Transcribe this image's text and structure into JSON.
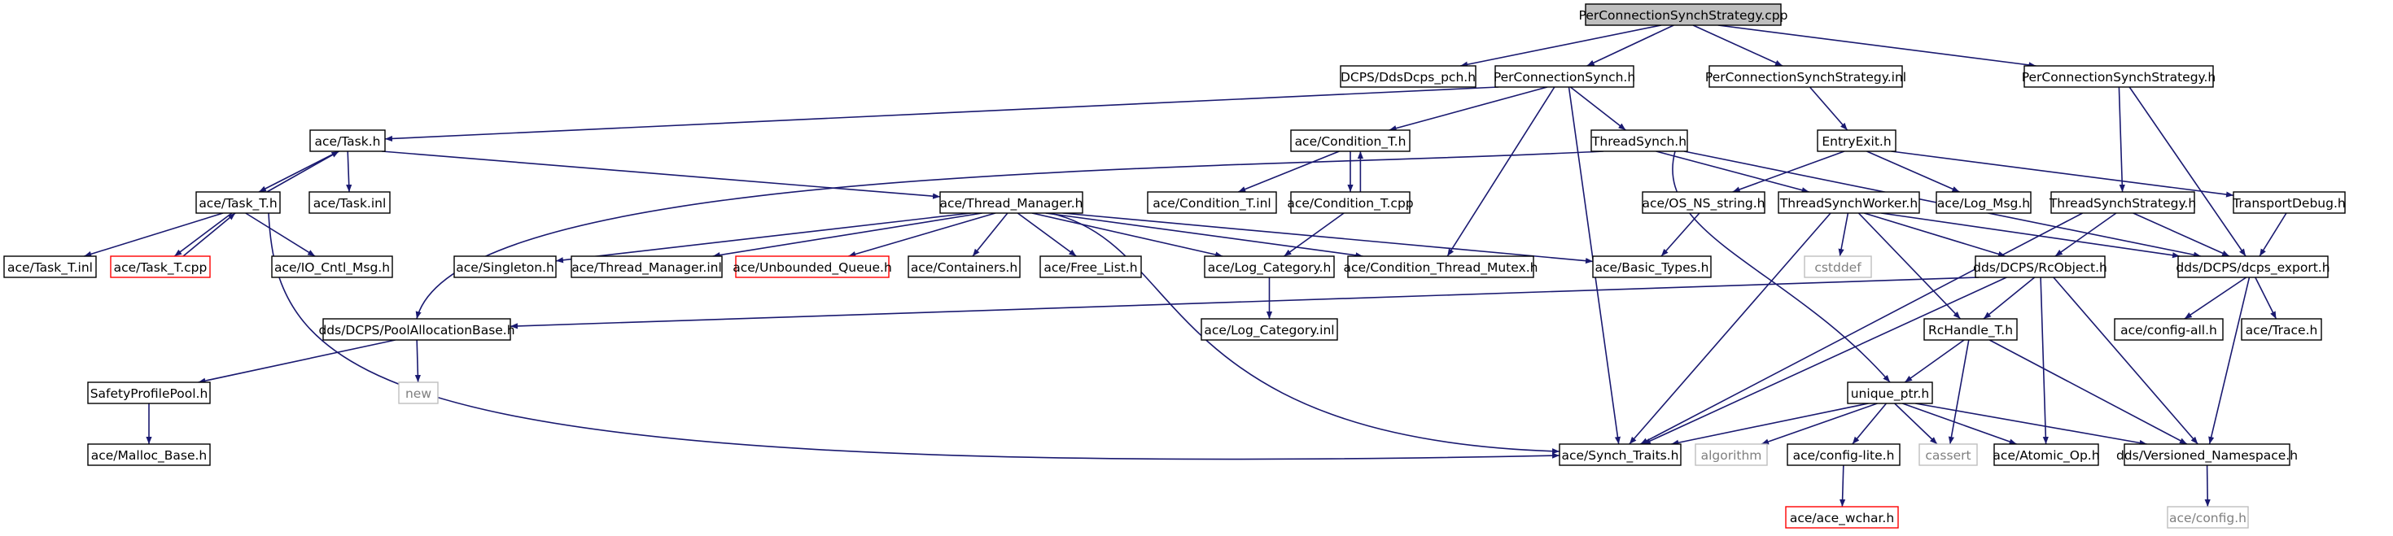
{
  "colors": {
    "edge": "#191970",
    "node_border": "#000000",
    "root_fill": "#bfbfbf",
    "truncated_border": "#ff0000",
    "external_border": "#bfbfbf",
    "external_text": "#7f7f7f",
    "node_fill": "#ffffff"
  },
  "graph": {
    "nodes": [
      {
        "id": "root",
        "label": "PerConnectionSynchStrategy.cpp",
        "style": "root"
      },
      {
        "id": "dds_pch",
        "label": "DCPS/DdsDcps_pch.h",
        "style": "normal"
      },
      {
        "id": "pcs_h",
        "label": "PerConnectionSynch.h",
        "style": "normal"
      },
      {
        "id": "pcss_inl",
        "label": "PerConnectionSynchStrategy.inl",
        "style": "normal"
      },
      {
        "id": "pcss_h",
        "label": "PerConnectionSynchStrategy.h",
        "style": "normal"
      },
      {
        "id": "task_h",
        "label": "ace/Task.h",
        "style": "normal"
      },
      {
        "id": "cond_t_h",
        "label": "ace/Condition_T.h",
        "style": "normal"
      },
      {
        "id": "threadsynch_h",
        "label": "ThreadSynch.h",
        "style": "normal"
      },
      {
        "id": "entryexit_h",
        "label": "EntryExit.h",
        "style": "normal"
      },
      {
        "id": "task_t_h",
        "label": "ace/Task_T.h",
        "style": "normal"
      },
      {
        "id": "task_inl",
        "label": "ace/Task.inl",
        "style": "normal"
      },
      {
        "id": "thread_mgr_h",
        "label": "ace/Thread_Manager.h",
        "style": "normal"
      },
      {
        "id": "cond_t_inl",
        "label": "ace/Condition_T.inl",
        "style": "normal"
      },
      {
        "id": "cond_t_cpp",
        "label": "ace/Condition_T.cpp",
        "style": "normal"
      },
      {
        "id": "os_ns_string",
        "label": "ace/OS_NS_string.h",
        "style": "normal"
      },
      {
        "id": "tsworker_h",
        "label": "ThreadSynchWorker.h",
        "style": "normal"
      },
      {
        "id": "log_msg_h",
        "label": "ace/Log_Msg.h",
        "style": "normal"
      },
      {
        "id": "tsstrategy_h",
        "label": "ThreadSynchStrategy.h",
        "style": "normal"
      },
      {
        "id": "transport_debug_h",
        "label": "TransportDebug.h",
        "style": "normal"
      },
      {
        "id": "task_t_inl",
        "label": "ace/Task_T.inl",
        "style": "normal"
      },
      {
        "id": "task_t_cpp",
        "label": "ace/Task_T.cpp",
        "style": "truncated"
      },
      {
        "id": "io_cntl",
        "label": "ace/IO_Cntl_Msg.h",
        "style": "normal"
      },
      {
        "id": "singleton_h",
        "label": "ace/Singleton.h",
        "style": "normal"
      },
      {
        "id": "thread_mgr_inl",
        "label": "ace/Thread_Manager.inl",
        "style": "normal"
      },
      {
        "id": "unbounded_queue",
        "label": "ace/Unbounded_Queue.h",
        "style": "truncated"
      },
      {
        "id": "containers_h",
        "label": "ace/Containers.h",
        "style": "normal"
      },
      {
        "id": "free_list_h",
        "label": "ace/Free_List.h",
        "style": "normal"
      },
      {
        "id": "log_category_h",
        "label": "ace/Log_Category.h",
        "style": "normal"
      },
      {
        "id": "cond_thread_mutex",
        "label": "ace/Condition_Thread_Mutex.h",
        "style": "normal"
      },
      {
        "id": "basic_types",
        "label": "ace/Basic_Types.h",
        "style": "normal"
      },
      {
        "id": "cstddef",
        "label": "cstddef",
        "style": "external"
      },
      {
        "id": "rcobject_h",
        "label": "dds/DCPS/RcObject.h",
        "style": "normal"
      },
      {
        "id": "dcps_export",
        "label": "dds/DCPS/dcps_export.h",
        "style": "normal"
      },
      {
        "id": "pool_alloc_base",
        "label": "dds/DCPS/PoolAllocationBase.h",
        "style": "normal"
      },
      {
        "id": "log_category_inl",
        "label": "ace/Log_Category.inl",
        "style": "normal"
      },
      {
        "id": "rchandle_t",
        "label": "RcHandle_T.h",
        "style": "normal"
      },
      {
        "id": "config_all",
        "label": "ace/config-all.h",
        "style": "normal"
      },
      {
        "id": "trace_h",
        "label": "ace/Trace.h",
        "style": "normal"
      },
      {
        "id": "safety_profile_pool",
        "label": "SafetyProfilePool.h",
        "style": "normal"
      },
      {
        "id": "new",
        "label": "new",
        "style": "external"
      },
      {
        "id": "unique_ptr",
        "label": "unique_ptr.h",
        "style": "normal"
      },
      {
        "id": "malloc_base",
        "label": "ace/Malloc_Base.h",
        "style": "normal"
      },
      {
        "id": "synch_traits",
        "label": "ace/Synch_Traits.h",
        "style": "normal"
      },
      {
        "id": "algorithm",
        "label": "algorithm",
        "style": "external"
      },
      {
        "id": "config_lite",
        "label": "ace/config-lite.h",
        "style": "normal"
      },
      {
        "id": "cassert",
        "label": "cassert",
        "style": "external"
      },
      {
        "id": "atomic_op",
        "label": "ace/Atomic_Op.h",
        "style": "normal"
      },
      {
        "id": "versioned_ns",
        "label": "dds/Versioned_Namespace.h",
        "style": "normal"
      },
      {
        "id": "ace_wchar",
        "label": "ace/ace_wchar.h",
        "style": "truncated"
      },
      {
        "id": "config_h",
        "label": "ace/config.h",
        "style": "external"
      }
    ],
    "edges": [
      {
        "from": "root",
        "to": "dds_pch"
      },
      {
        "from": "root",
        "to": "pcs_h"
      },
      {
        "from": "root",
        "to": "pcss_inl"
      },
      {
        "from": "root",
        "to": "pcss_h"
      },
      {
        "from": "pcs_h",
        "to": "task_h"
      },
      {
        "from": "pcs_h",
        "to": "cond_t_h"
      },
      {
        "from": "pcs_h",
        "to": "threadsynch_h"
      },
      {
        "from": "pcs_h",
        "to": "cond_thread_mutex"
      },
      {
        "from": "pcs_h",
        "to": "synch_traits"
      },
      {
        "from": "pcss_inl",
        "to": "entryexit_h"
      },
      {
        "from": "pcss_h",
        "to": "tsstrategy_h"
      },
      {
        "from": "pcss_h",
        "to": "dcps_export"
      },
      {
        "from": "task_h",
        "to": "task_t_h"
      },
      {
        "from": "task_h",
        "to": "task_inl"
      },
      {
        "from": "task_h",
        "to": "thread_mgr_h"
      },
      {
        "from": "task_t_h",
        "to": "task_h",
        "route": "back"
      },
      {
        "from": "task_t_h",
        "to": "task_t_inl"
      },
      {
        "from": "task_t_h",
        "to": "task_t_cpp"
      },
      {
        "from": "task_t_h",
        "to": "io_cntl"
      },
      {
        "from": "task_t_h",
        "to": "synch_traits",
        "route": "task_t_synch"
      },
      {
        "from": "task_t_cpp",
        "to": "task_t_h",
        "route": "back"
      },
      {
        "from": "cond_t_h",
        "to": "cond_t_inl"
      },
      {
        "from": "cond_t_h",
        "to": "cond_t_cpp"
      },
      {
        "from": "cond_t_cpp",
        "to": "cond_t_h",
        "route": "back"
      },
      {
        "from": "cond_t_cpp",
        "to": "log_category_h"
      },
      {
        "from": "thread_mgr_h",
        "to": "singleton_h"
      },
      {
        "from": "thread_mgr_h",
        "to": "thread_mgr_inl"
      },
      {
        "from": "thread_mgr_h",
        "to": "unbounded_queue"
      },
      {
        "from": "thread_mgr_h",
        "to": "containers_h"
      },
      {
        "from": "thread_mgr_h",
        "to": "free_list_h"
      },
      {
        "from": "thread_mgr_h",
        "to": "log_category_h"
      },
      {
        "from": "thread_mgr_h",
        "to": "cond_thread_mutex"
      },
      {
        "from": "thread_mgr_h",
        "to": "basic_types"
      },
      {
        "from": "thread_mgr_h",
        "to": "synch_traits",
        "route": "tm_synch"
      },
      {
        "from": "log_category_h",
        "to": "log_category_inl"
      },
      {
        "from": "threadsynch_h",
        "to": "pool_alloc_base",
        "route": "ts_pool"
      },
      {
        "from": "threadsynch_h",
        "to": "tsworker_h"
      },
      {
        "from": "threadsynch_h",
        "to": "dcps_export"
      },
      {
        "from": "threadsynch_h",
        "to": "unique_ptr",
        "route": "ts_unique"
      },
      {
        "from": "entryexit_h",
        "to": "os_ns_string"
      },
      {
        "from": "entryexit_h",
        "to": "log_msg_h"
      },
      {
        "from": "entryexit_h",
        "to": "transport_debug_h"
      },
      {
        "from": "os_ns_string",
        "to": "basic_types"
      },
      {
        "from": "tsworker_h",
        "to": "cstddef"
      },
      {
        "from": "tsworker_h",
        "to": "rcobject_h"
      },
      {
        "from": "tsworker_h",
        "to": "dcps_export"
      },
      {
        "from": "tsworker_h",
        "to": "rchandle_t"
      },
      {
        "from": "tsworker_h",
        "to": "synch_traits"
      },
      {
        "from": "tsstrategy_h",
        "to": "rcobject_h"
      },
      {
        "from": "tsstrategy_h",
        "to": "dcps_export"
      },
      {
        "from": "tsstrategy_h",
        "to": "synch_traits"
      },
      {
        "from": "transport_debug_h",
        "to": "dcps_export"
      },
      {
        "from": "rcobject_h",
        "to": "pool_alloc_base"
      },
      {
        "from": "rcobject_h",
        "to": "rchandle_t"
      },
      {
        "from": "rcobject_h",
        "to": "synch_traits"
      },
      {
        "from": "rcobject_h",
        "to": "atomic_op"
      },
      {
        "from": "rcobject_h",
        "to": "versioned_ns"
      },
      {
        "from": "rchandle_t",
        "to": "unique_ptr"
      },
      {
        "from": "rchandle_t",
        "to": "cassert"
      },
      {
        "from": "rchandle_t",
        "to": "versioned_ns"
      },
      {
        "from": "dcps_export",
        "to": "config_all"
      },
      {
        "from": "dcps_export",
        "to": "trace_h"
      },
      {
        "from": "dcps_export",
        "to": "versioned_ns"
      },
      {
        "from": "pool_alloc_base",
        "to": "safety_profile_pool"
      },
      {
        "from": "pool_alloc_base",
        "to": "new"
      },
      {
        "from": "safety_profile_pool",
        "to": "malloc_base"
      },
      {
        "from": "unique_ptr",
        "to": "synch_traits"
      },
      {
        "from": "unique_ptr",
        "to": "algorithm"
      },
      {
        "from": "unique_ptr",
        "to": "config_lite"
      },
      {
        "from": "unique_ptr",
        "to": "cassert"
      },
      {
        "from": "unique_ptr",
        "to": "atomic_op"
      },
      {
        "from": "unique_ptr",
        "to": "versioned_ns"
      },
      {
        "from": "config_lite",
        "to": "ace_wchar"
      },
      {
        "from": "versioned_ns",
        "to": "config_h"
      }
    ]
  }
}
